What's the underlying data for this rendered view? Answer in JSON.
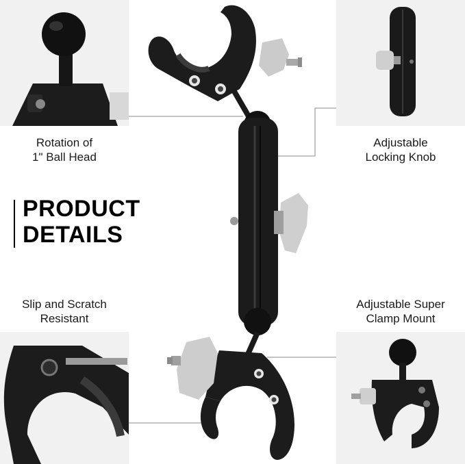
{
  "heading": {
    "line1": "PRODUCT",
    "line2": "DETAILS"
  },
  "features": [
    {
      "line1": "Rotation of",
      "line2": "1\" Ball Head"
    },
    {
      "line1": "Adjustable",
      "line2": "Locking Knob"
    },
    {
      "line1": "Slip and Scratch",
      "line2": "Resistant"
    },
    {
      "line1": "Adjustable Super",
      "line2": "Clamp Mount"
    }
  ],
  "colors": {
    "panel": "#f1f1f1",
    "metal_dark": "#1b1b1b",
    "metal_silver": "#c9c9c9",
    "text": "#1a1a1a"
  }
}
